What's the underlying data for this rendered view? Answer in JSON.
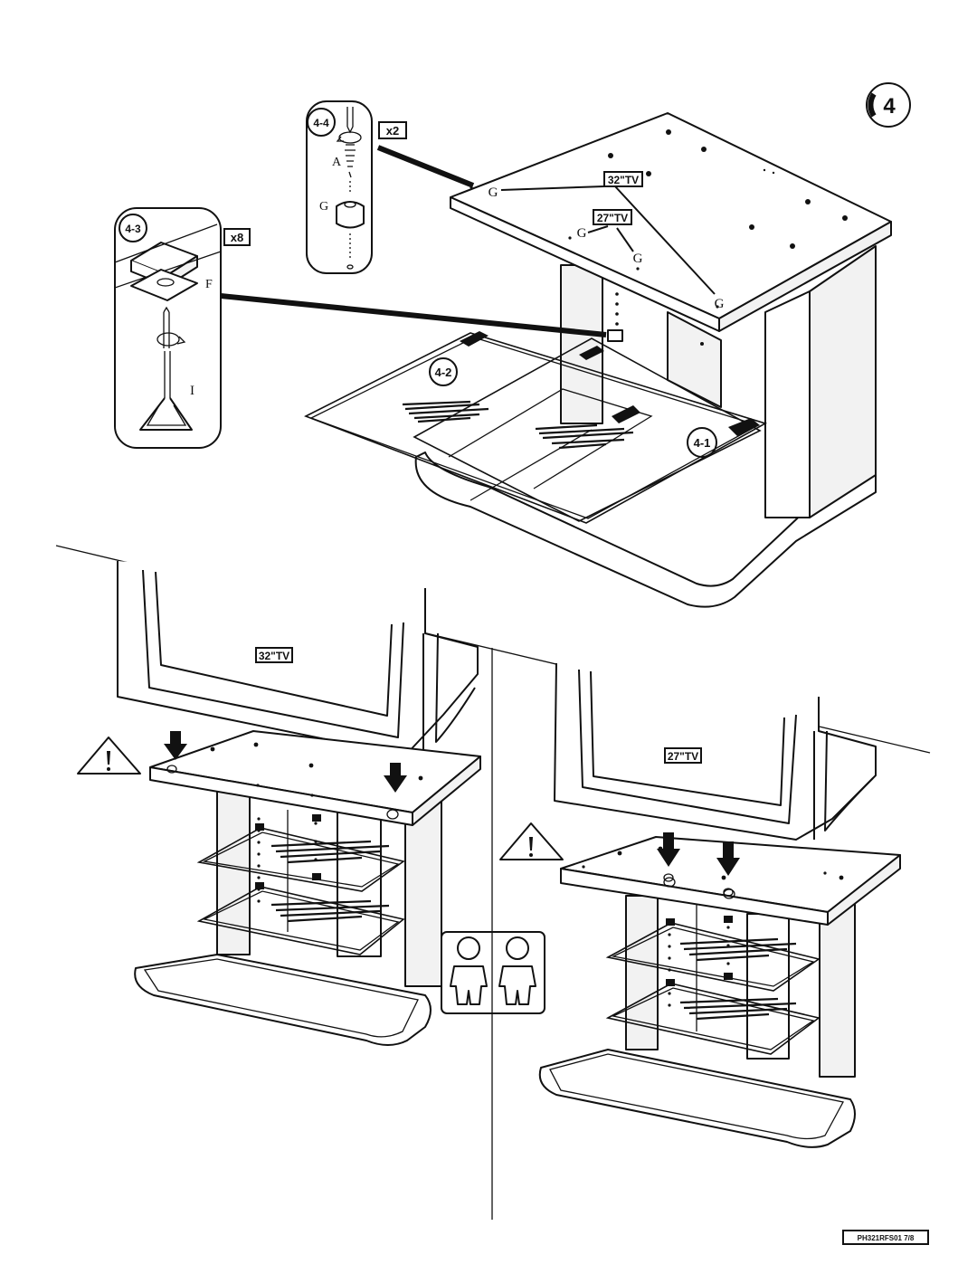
{
  "step": {
    "number": "4"
  },
  "callouts": {
    "step_4_1": "4-1",
    "step_4_2": "4-2",
    "step_4_3": "4-3",
    "step_4_4": "4-4"
  },
  "quantities": {
    "screws": "x2",
    "clamps": "x8"
  },
  "parts": {
    "A": "A",
    "G": "G",
    "F": "F",
    "I": "I"
  },
  "tv_sizes": {
    "large": "32\"TV",
    "small": "27\"TV"
  },
  "footer": {
    "page_code": "PH321RFS01  7/8"
  },
  "icons": [
    "warning-icon",
    "two-person-lift-icon",
    "step-circle-icon",
    "down-arrow-icon"
  ]
}
